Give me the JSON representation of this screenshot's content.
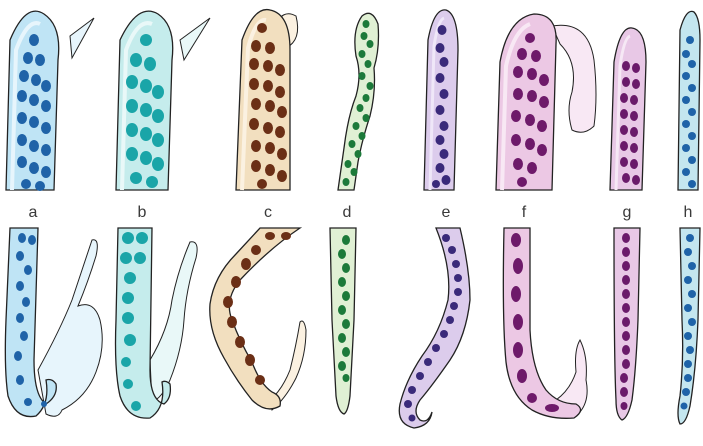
{
  "labels": [
    "a",
    "b",
    "c",
    "d",
    "e",
    "f",
    "g",
    "h"
  ],
  "colors": {
    "a": {
      "fill": "#bfe4f5",
      "light": "#e7f5fc",
      "dot": "#1f63a8",
      "edge": "#222222"
    },
    "b": {
      "fill": "#c5ecec",
      "light": "#e9f8f8",
      "dot": "#1aa5a8",
      "edge": "#222222"
    },
    "c": {
      "fill": "#f2dfbf",
      "light": "#fbf1e1",
      "dot": "#6b2f16",
      "edge": "#222222"
    },
    "d": {
      "fill": "#e0f0d4",
      "light": "#f1f9ea",
      "dot": "#1c7a3a",
      "edge": "#222222"
    },
    "e": {
      "fill": "#dcccec",
      "light": "#efe7f8",
      "dot": "#3a2a7a",
      "edge": "#222222"
    },
    "f": {
      "fill": "#ecc8e4",
      "light": "#f8e8f4",
      "dot": "#6e1a6a",
      "edge": "#222222"
    },
    "g": {
      "fill": "#e8c8e6",
      "light": "#f6e8f5",
      "dot": "#6a1a6a",
      "edge": "#222222"
    },
    "h": {
      "fill": "#c4e6ef",
      "light": "#e6f5f9",
      "dot": "#1f63a8",
      "edge": "#222222"
    }
  }
}
